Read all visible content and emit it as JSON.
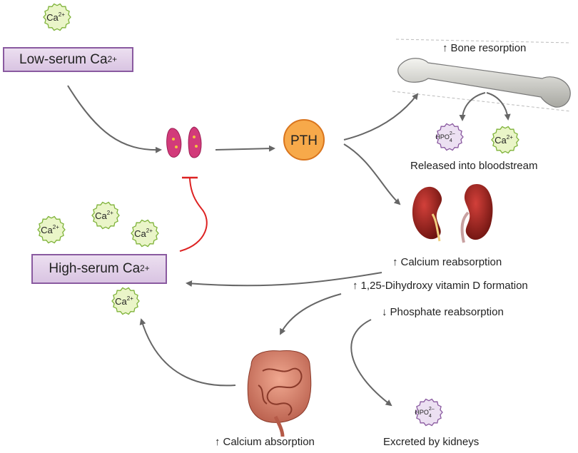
{
  "nodes": {
    "low_serum": {
      "base": "Low-serum Ca",
      "sup": "2+"
    },
    "high_serum": {
      "base": "High-serum Ca",
      "sup": "2+"
    },
    "pth": "PTH"
  },
  "ions": {
    "ca": {
      "base": "Ca",
      "sup": "2+"
    },
    "hpo4": {
      "base": "HPO",
      "sub": "4",
      "sup": "2–"
    }
  },
  "labels": {
    "bone_resorption": {
      "arrow": "↑",
      "text": "Bone resorption"
    },
    "released": "Released into bloodstream",
    "calcium_reabsorption": {
      "arrow": "↑",
      "text": "Calcium reabsorption"
    },
    "vitamin_d": {
      "arrow": "↑",
      "text": "1,25-Dihydroxy vitamin D formation"
    },
    "phosphate": {
      "arrow": "↓",
      "text": "Phosphate reabsorption"
    },
    "calcium_absorption": {
      "arrow": "↑",
      "text": "Calcium absorption"
    },
    "excreted": "Excreted by kidneys"
  },
  "colors": {
    "ca_fill": "#eaf5c8",
    "ca_stroke": "#7fb33a",
    "hpo_fill": "#ece0f2",
    "hpo_stroke": "#8a5aa0",
    "pth_fill": "#f7a94a",
    "pth_stroke": "#d9751e",
    "box_stroke": "#8a5aa0",
    "arrow": "#666666",
    "inhibit": "#dd2222"
  },
  "icons": [
    "parathyroid-gland-icon",
    "bone-icon",
    "kidneys-icon",
    "intestine-icon"
  ]
}
